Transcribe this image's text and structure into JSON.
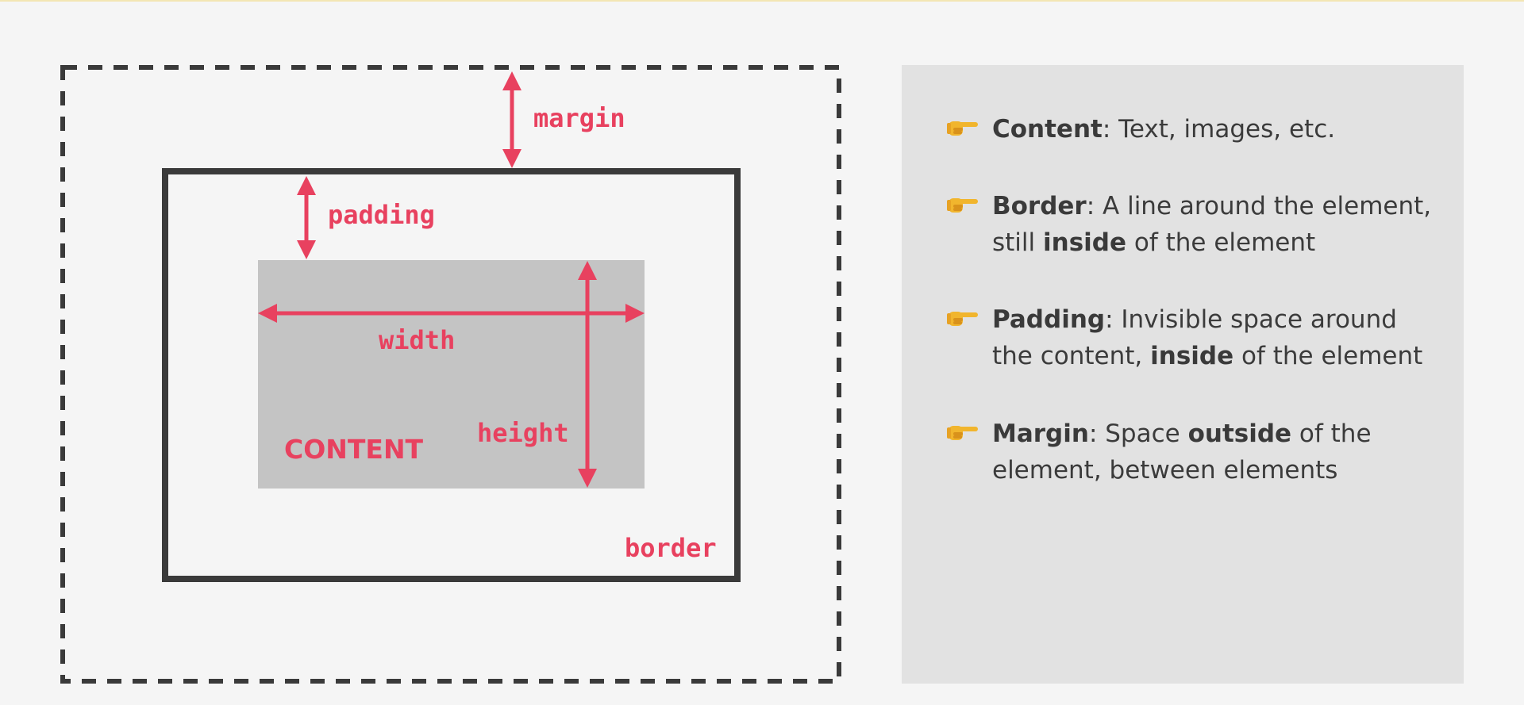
{
  "diagram": {
    "labels": {
      "margin": "margin",
      "padding": "padding",
      "width": "width",
      "height": "height",
      "content": "CONTENT",
      "border": "border"
    },
    "colors": {
      "accent": "#e8415f",
      "border": "#3a3a3a",
      "content_fill": "#c4c4c4",
      "panel_bg": "#e2e2e2",
      "page_bg": "#f5f5f5"
    }
  },
  "panel": {
    "icon": "backhand-index-pointing-right-icon",
    "items": [
      {
        "term": "Content",
        "parts": [
          ": Text, images, etc."
        ]
      },
      {
        "term": "Border",
        "parts": [
          ": A line around the element, still ",
          "inside",
          " of the element"
        ]
      },
      {
        "term": "Padding",
        "parts": [
          ": Invisible space around the content, ",
          "inside",
          " of the element"
        ]
      },
      {
        "term": "Margin",
        "parts": [
          ": Space ",
          "outside",
          " of the element, between elements"
        ]
      }
    ]
  }
}
